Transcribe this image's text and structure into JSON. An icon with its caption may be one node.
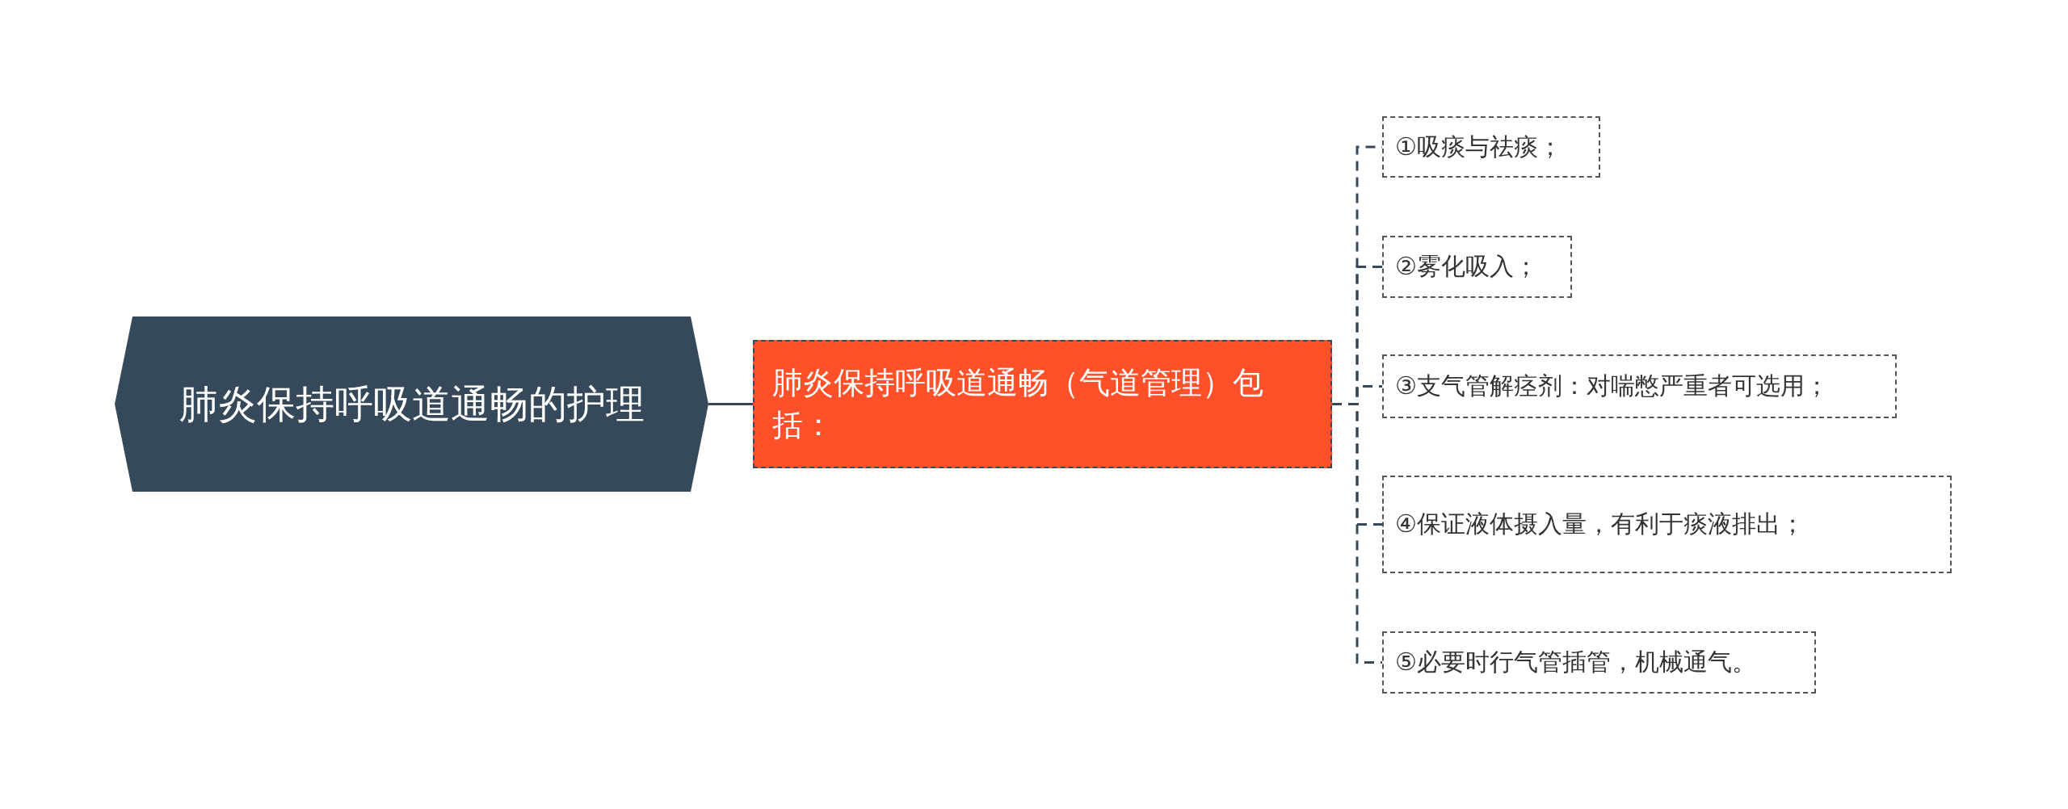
{
  "diagram": {
    "nodes": [
      {
        "text": [
          "肺炎保持呼吸道通畅的护理"
        ]
      },
      {
        "text": [
          "肺炎保持呼吸道通畅（气道管理）包括："
        ]
      },
      {
        "text": [
          "①吸痰与祛痰；"
        ]
      },
      {
        "text": [
          "②雾化吸入；"
        ]
      },
      {
        "text": [
          "③支气管解痉剂：对喘憋严重者可选用；"
        ]
      },
      {
        "text": [
          "④保证液体摄入量，有利于痰液排出；"
        ]
      },
      {
        "text": [
          "⑤必要时行气管插管，机械通气。"
        ]
      }
    ],
    "edges": [
      {
        "from": 0,
        "to": 1,
        "arrow": "none"
      },
      {
        "from": 1,
        "to": 2,
        "arrow": "none",
        "style": "dashed"
      },
      {
        "from": 1,
        "to": 3,
        "arrow": "none",
        "style": "dashed"
      },
      {
        "from": 1,
        "to": 4,
        "arrow": "none",
        "style": "dashed"
      },
      {
        "from": 1,
        "to": 5,
        "arrow": "none",
        "style": "dashed"
      },
      {
        "from": 1,
        "to": 6,
        "arrow": "none",
        "style": "dashed"
      }
    ]
  }
}
